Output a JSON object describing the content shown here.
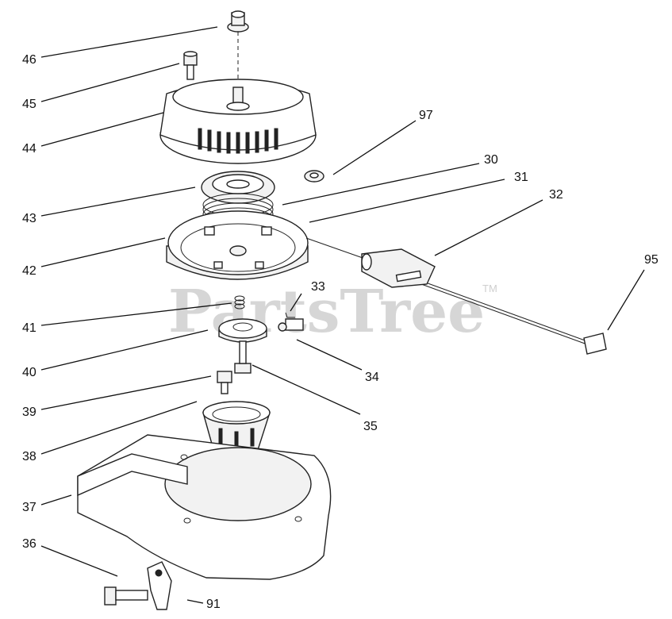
{
  "watermark": {
    "text": "PartsTree",
    "tm": "TM"
  },
  "callouts": {
    "c46": "46",
    "c45": "45",
    "c44": "44",
    "c43": "43",
    "c42": "42",
    "c41": "41",
    "c40": "40",
    "c39": "39",
    "c38": "38",
    "c37": "37",
    "c36": "36",
    "c91": "91",
    "c97": "97",
    "c30": "30",
    "c31": "31",
    "c32": "32",
    "c95": "95",
    "c33": "33",
    "c34": "34",
    "c35": "35"
  }
}
